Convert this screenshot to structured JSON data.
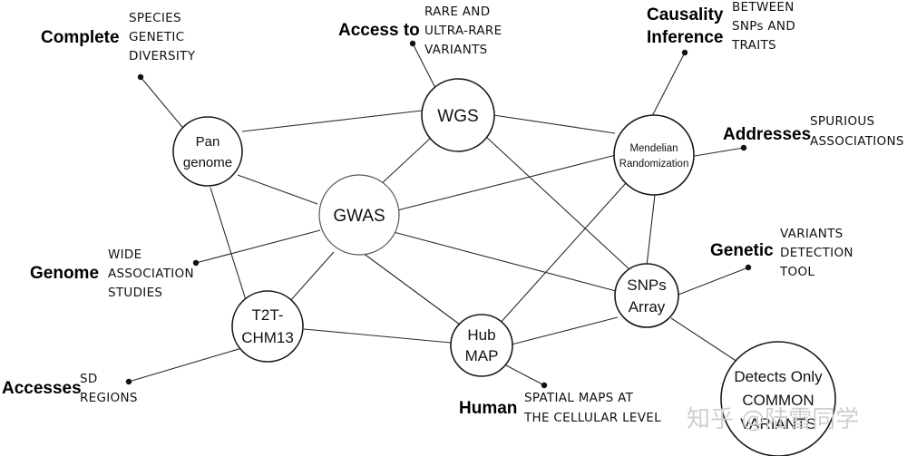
{
  "nodes": {
    "pan": {
      "lines": [
        "Pan",
        "genome"
      ]
    },
    "wgs": {
      "lines": [
        "WGS"
      ]
    },
    "mr": {
      "lines": [
        "Mendelian",
        "Randomization"
      ]
    },
    "gwas": {
      "lines": [
        "GWAS"
      ]
    },
    "t2t": {
      "lines": [
        "T2T-",
        "CHM13"
      ]
    },
    "hub": {
      "lines": [
        "Hub",
        "MAP"
      ]
    },
    "snps": {
      "lines": [
        "SNPs",
        "Array"
      ]
    },
    "common": {
      "lines": [
        "Detects Only",
        "COMMON",
        "VARIANTS"
      ]
    }
  },
  "callouts": {
    "complete": {
      "keyword": "Complete",
      "desc": [
        "SPECIES",
        "GENETIC",
        "DIVERSITY"
      ]
    },
    "access": {
      "keyword": "Access to",
      "desc": [
        "RARE AND",
        "ULTRA-RARE",
        "VARIANTS"
      ]
    },
    "causality": {
      "keyword": [
        "Causality",
        "Inference"
      ],
      "desc": [
        "BETWEEN",
        "SNPs AND",
        "TRAITS"
      ]
    },
    "addresses": {
      "keyword": "Addresses",
      "desc": [
        "SPURIOUS",
        "ASSOCIATIONS"
      ]
    },
    "genetic": {
      "keyword": "Genetic",
      "desc": [
        "VARIANTS",
        "DETECTION",
        "TOOL"
      ]
    },
    "genome": {
      "keyword": "Genome",
      "desc": [
        "WIDE",
        "ASSOCIATION",
        "STUDIES"
      ]
    },
    "accesses": {
      "keyword": "Accesses",
      "desc": [
        "SD",
        "REGIONS"
      ]
    },
    "human": {
      "keyword": "Human",
      "desc": [
        "SPATIAL MAPS AT",
        "THE CELLULAR LEVEL"
      ]
    }
  },
  "watermark": "知乎 @陆雪同学"
}
